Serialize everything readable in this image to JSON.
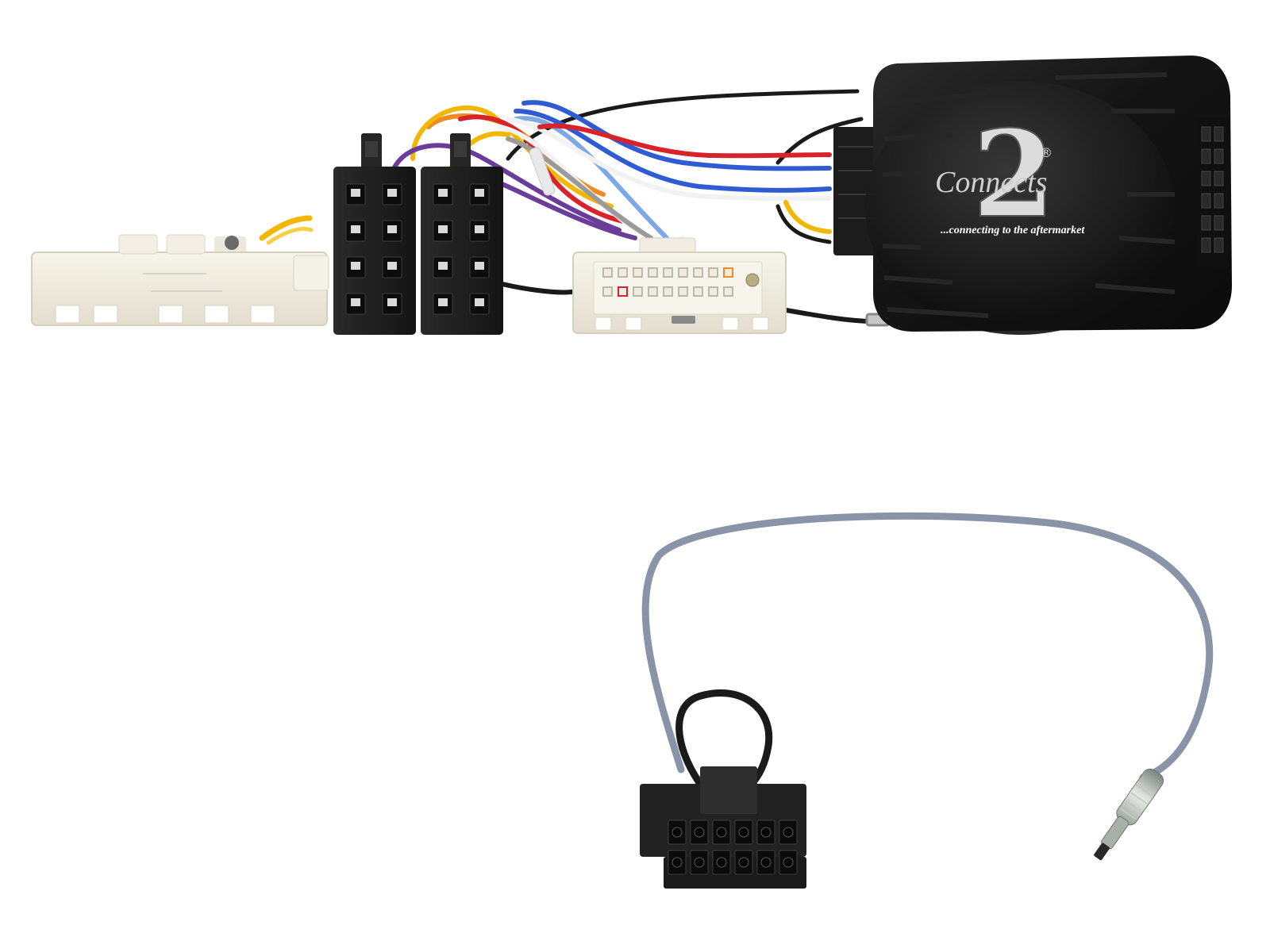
{
  "product": {
    "brand": {
      "numeral": "2",
      "registered_mark": "®",
      "logo_text": "Connects",
      "tagline": "...connecting to the aftermarket"
    },
    "left_connector_print": {
      "line1": "",
      "line2": ""
    }
  },
  "colors": {
    "background": "#ffffff",
    "interface_box": "#161616",
    "iso_connector": "#1e1e1e",
    "oem_connector": "#f1ede2",
    "patch_lead": "#8a94a8",
    "wire_red": "#d8232a",
    "wire_yellow": "#f2b705",
    "wire_blue": "#2f5bd3",
    "wire_lightblue": "#7ea7e6",
    "wire_purple": "#6a3d9a",
    "wire_black": "#1a1a1a",
    "wire_white": "#f2f2f2",
    "wire_orange": "#f08a24"
  },
  "icons": {
    "interface_box": "interface-box-icon",
    "iso_connector": "iso-connector-icon",
    "oem_connector": "oem-connector-icon",
    "patch_lead_plug": "molex-plug-icon",
    "jack_plug": "jack-plug-icon"
  }
}
